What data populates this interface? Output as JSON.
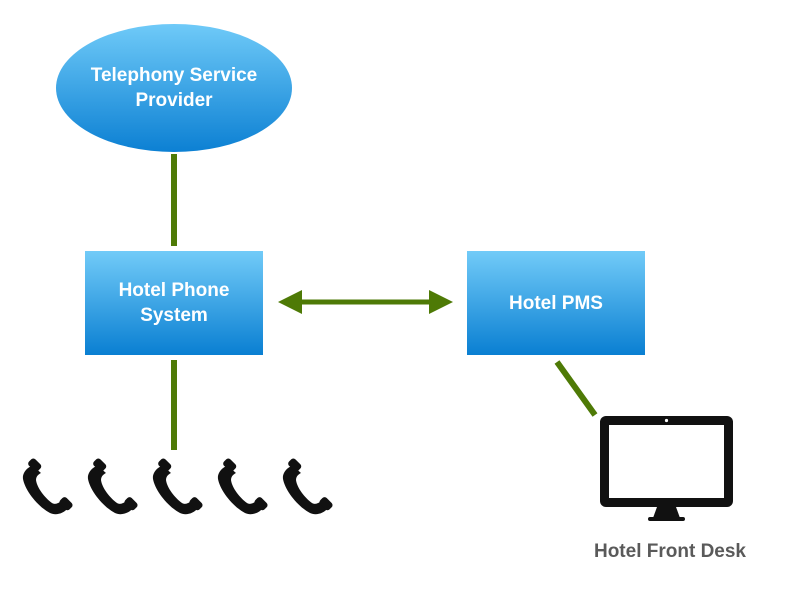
{
  "nodes": {
    "provider": {
      "line1": "Telephony Service",
      "line2": "Provider"
    },
    "phone_system": {
      "line1": "Hotel Phone",
      "line2": "System"
    },
    "pms": {
      "line1": "Hotel PMS"
    }
  },
  "front_desk": {
    "label": "Hotel Front Desk"
  },
  "icons": {
    "handset_count": 5,
    "handset": "phone-handset-icon",
    "monitor": "computer-monitor-icon"
  },
  "colors": {
    "node_top": "#6cc8f7",
    "node_bottom": "#0a7fd2",
    "connector": "#4e7a06",
    "caption": "#5a5a5a",
    "icon": "#111111"
  }
}
